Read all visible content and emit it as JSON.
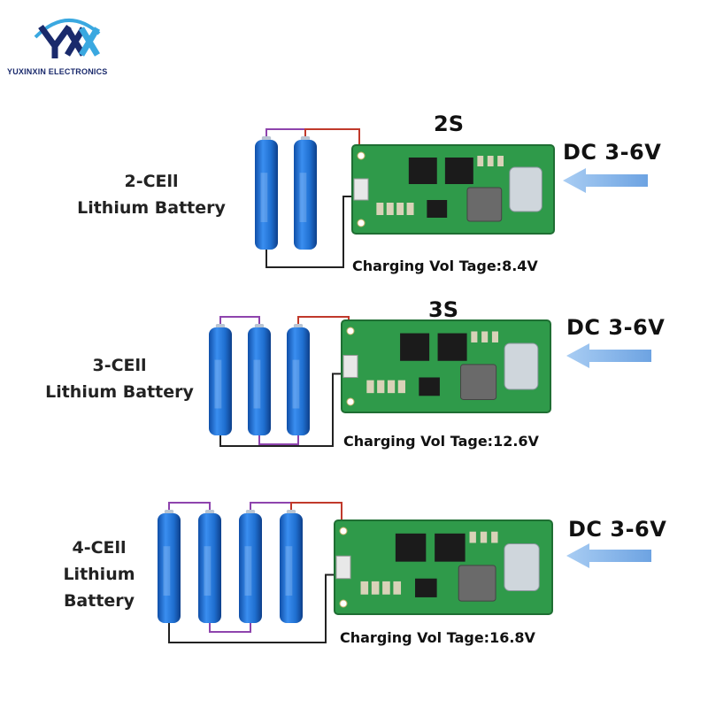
{
  "brand": {
    "name": "YUXINXIN ELECTRONICS",
    "logo_letters": "YXX",
    "watermark": "YUXINXIN ELECTRONICS"
  },
  "colors": {
    "battery": "#1f6fd0",
    "pcb": "#2f9a4a",
    "arrow": "#7fb2e8",
    "wire_red": "#c0392b",
    "wire_purple": "#8e44ad",
    "wire_black": "#222222"
  },
  "modules": [
    {
      "title": "2S",
      "cell_label": [
        "2-CEll",
        "Lithium Battery"
      ],
      "input_label": "DC 3-6V",
      "charging_label": "Charging Vol Tage:8.4V",
      "cells": 2
    },
    {
      "title": "3S",
      "cell_label": [
        "3-CEll",
        "Lithium Battery"
      ],
      "input_label": "DC 3-6V",
      "charging_label": "Charging Vol Tage:12.6V",
      "cells": 3
    },
    {
      "title": "",
      "cell_label": [
        "4-CEll",
        "Lithium",
        "Battery"
      ],
      "input_label": "DC 3-6V",
      "charging_label": "Charging Vol Tage:16.8V",
      "cells": 4
    }
  ]
}
